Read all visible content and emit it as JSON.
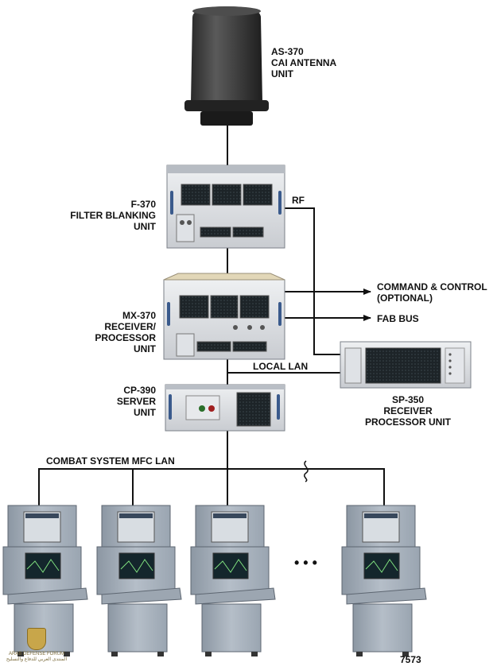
{
  "units": {
    "antenna": {
      "lines": [
        "AS-370",
        "CAI ANTENNA",
        "UNIT"
      ]
    },
    "filter": {
      "lines": [
        "F-370",
        "FILTER BLANKING",
        "UNIT"
      ]
    },
    "receiver": {
      "lines": [
        "MX-370",
        "RECEIVER/",
        "PROCESSOR",
        "UNIT"
      ]
    },
    "server": {
      "lines": [
        "CP-390",
        "SERVER",
        "UNIT"
      ]
    },
    "sp350": {
      "lines": [
        "SP-350",
        "RECEIVER",
        "PROCESSOR UNIT"
      ]
    }
  },
  "links": {
    "rf": "RF",
    "command": [
      "COMMAND & CONTROL",
      "(OPTIONAL)"
    ],
    "fab_bus": "FAB BUS",
    "local_lan": "LOCAL LAN",
    "mfc_lan": "COMBAT SYSTEM MFC LAN"
  },
  "ellipsis": "• • •",
  "figure_number": "7573",
  "watermark": [
    "ARAB DEFENSE FORUM",
    "المنتدى العربي للدفاع والتسليح"
  ]
}
